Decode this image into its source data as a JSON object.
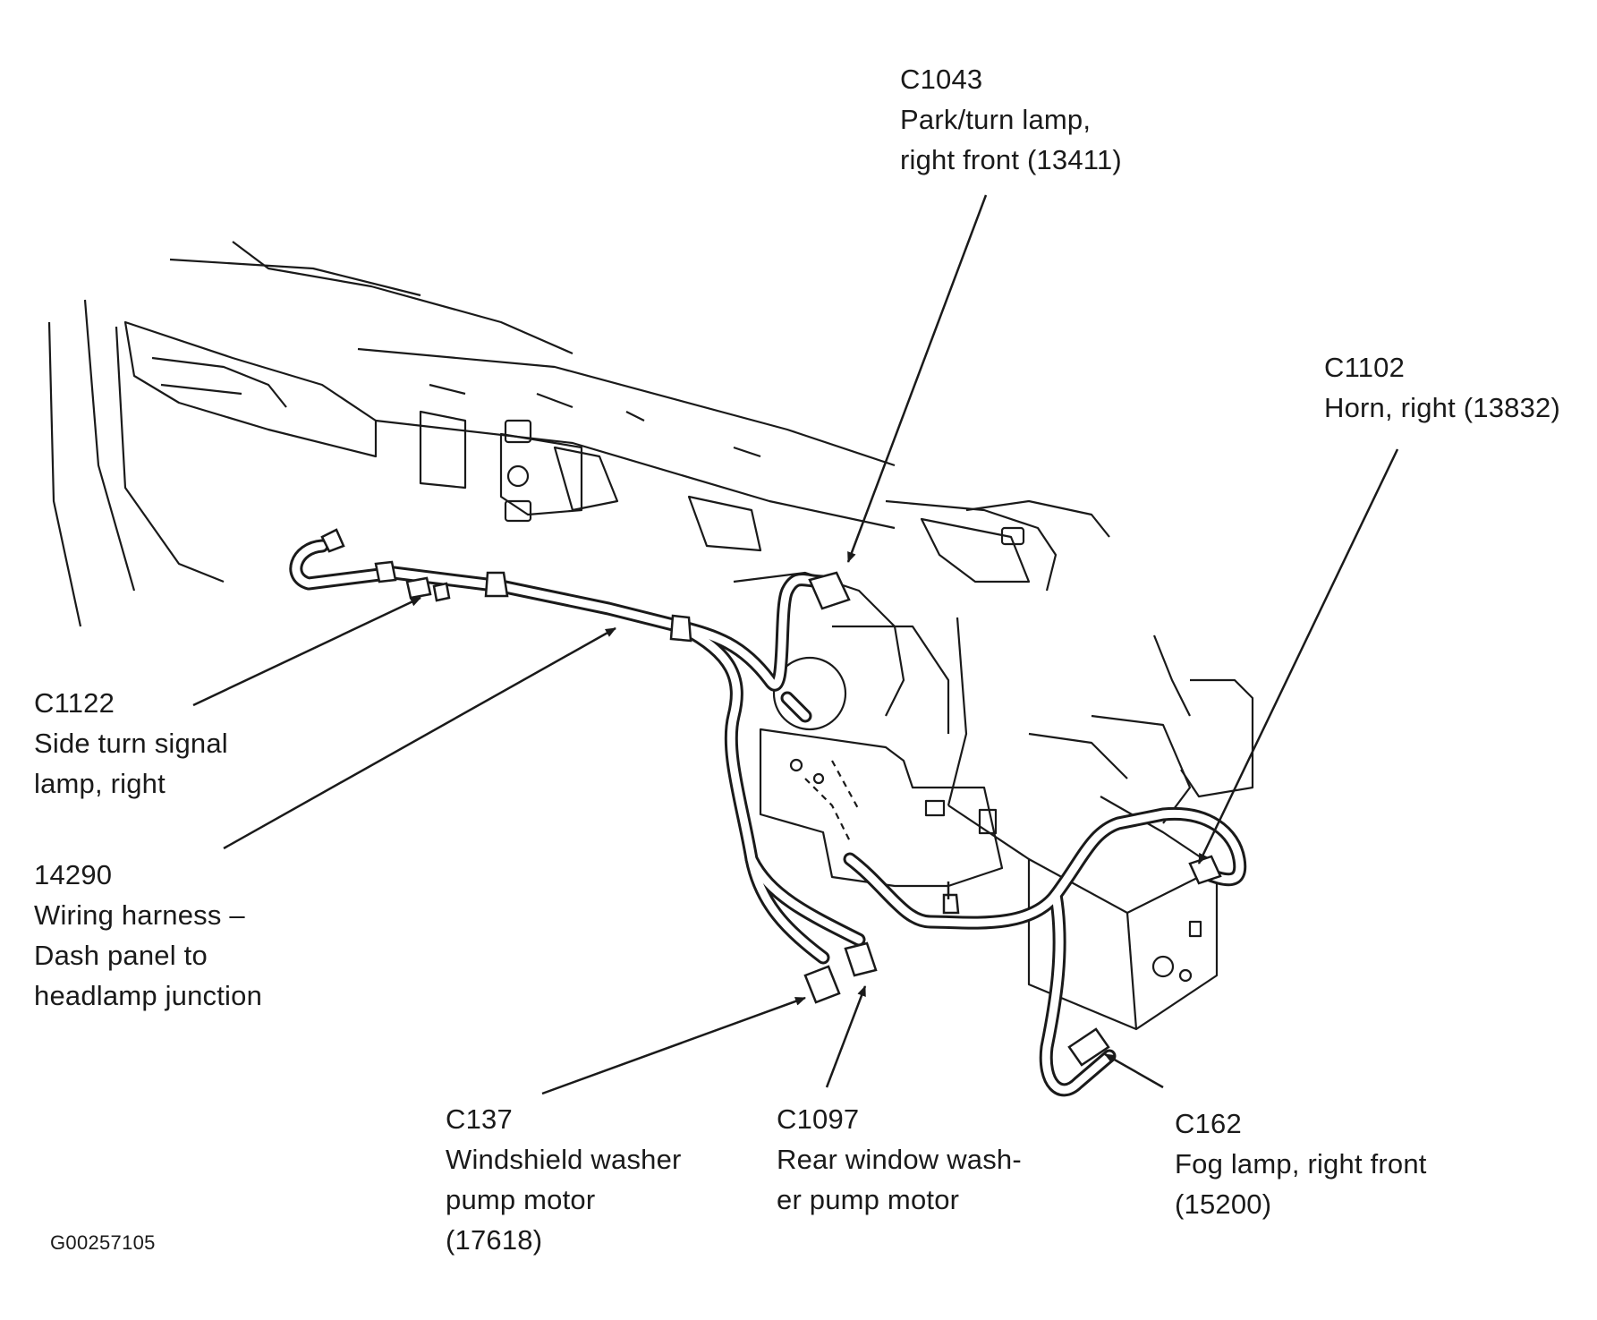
{
  "figure_id": "G00257105",
  "colors": {
    "ink": "#1a1a1a",
    "paper": "#ffffff"
  },
  "callouts": {
    "c1043": {
      "code": "C1043",
      "lines": [
        "Park/turn lamp,",
        "right front (13411)"
      ]
    },
    "c1102": {
      "code": "C1102",
      "lines": [
        "Horn, right (13832)"
      ]
    },
    "c1122": {
      "code": "C1122",
      "lines": [
        "Side turn signal",
        "lamp, right"
      ]
    },
    "h14290": {
      "code": "14290",
      "lines": [
        "Wiring harness –",
        "Dash panel to",
        "headlamp junction"
      ]
    },
    "c137": {
      "code": "C137",
      "lines": [
        "Windshield washer",
        "pump motor",
        "(17618)"
      ]
    },
    "c1097": {
      "code": "C1097",
      "lines": [
        "Rear window wash-",
        "er pump motor"
      ]
    },
    "c162": {
      "code": "C162",
      "lines": [
        "Fog lamp, right front",
        "(15200)"
      ]
    }
  }
}
